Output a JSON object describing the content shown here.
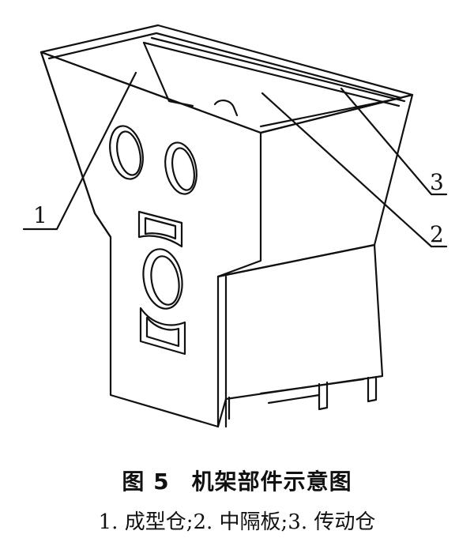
{
  "figure": {
    "callouts": [
      {
        "id": "1",
        "text": "1"
      },
      {
        "id": "2",
        "text": "2"
      },
      {
        "id": "3",
        "text": "3"
      }
    ]
  },
  "caption": {
    "figure_number": "图 5",
    "title": "机架部件示意图",
    "legend": "1. 成型仓;2. 中隔板;3. 传动仓"
  }
}
